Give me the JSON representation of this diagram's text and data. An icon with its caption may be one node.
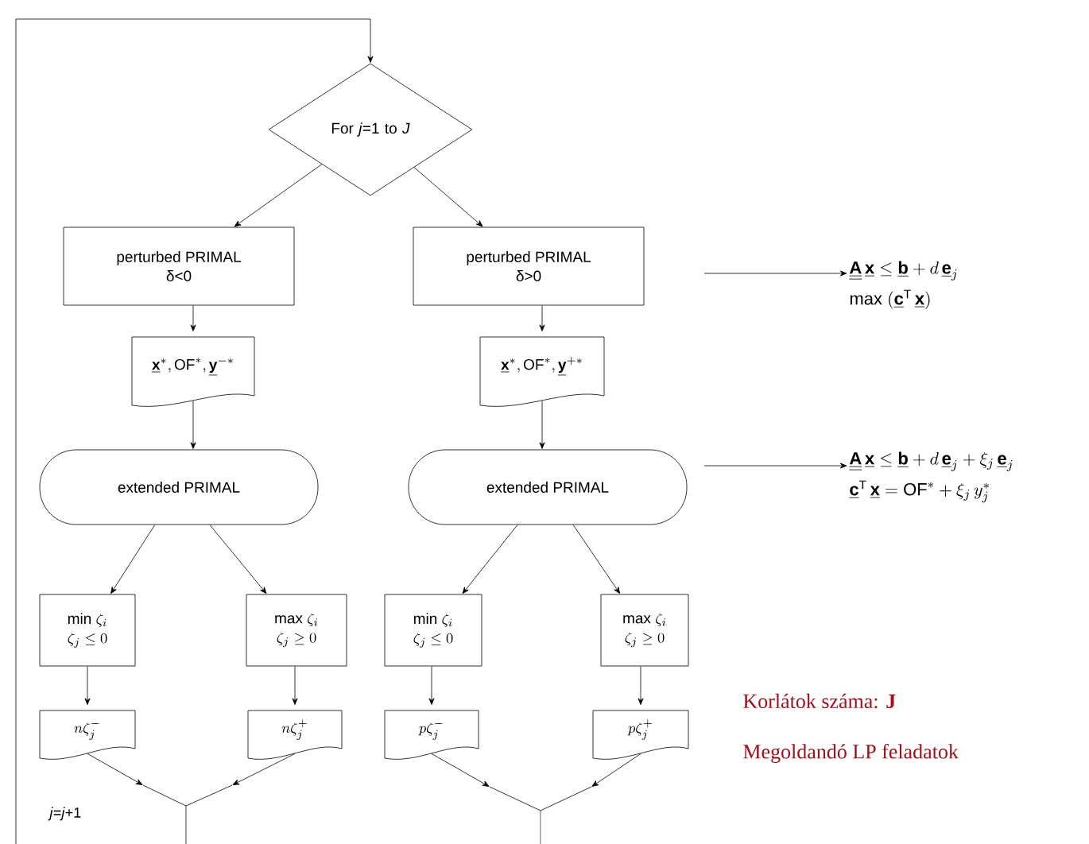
{
  "diagram": {
    "nodes": [
      {
        "text": [
          "For *j*=1 to *J*"
        ]
      },
      {
        "text": [
          "perturbed PRIMAL",
          "δ<0"
        ]
      },
      {
        "text": [
          "perturbed PRIMAL",
          "δ>0"
        ]
      },
      {
        "text": [
          "\\underline{\\mathbf{x}}^{*},\\mathrm{OF}^{*},\\underline{\\mathbf{y}}^{-*}"
        ]
      },
      {
        "text": [
          "\\underline{\\mathbf{x}}^{*},\\mathrm{OF}^{*},\\underline{\\mathbf{y}}^{+*}"
        ]
      },
      {
        "text": [
          "extended PRIMAL"
        ]
      },
      {
        "text": [
          "extended PRIMAL"
        ]
      },
      {
        "text": [
          "\\mathrm{min}\\ \\zeta_i",
          "\\zeta_j\\leq 0"
        ]
      },
      {
        "text": [
          "\\mathrm{max}\\ \\zeta_i",
          "\\zeta_j\\geq 0"
        ]
      },
      {
        "text": [
          "\\mathrm{min}\\ \\zeta_i",
          "\\zeta_j\\leq 0"
        ]
      },
      {
        "text": [
          "\\mathrm{max}\\ \\zeta_i",
          "\\zeta_j\\geq 0"
        ]
      },
      {
        "text": [
          "n\\zeta_j^{-}"
        ]
      },
      {
        "text": [
          "n\\zeta_j^{+}"
        ]
      },
      {
        "text": [
          "p\\zeta_j^{-}"
        ]
      },
      {
        "text": [
          "p\\zeta_j^{+}"
        ]
      },
      {
        "text": [
          "\\underline{\\underline{\\mathbf{A}}}\\,\\underline{\\mathbf{x}}\\leq\\underline{\\mathbf{b}}+d\\,\\underline{\\mathbf{e}}_j",
          "\\mathrm{max}\\ (\\underline{\\mathbf{c}}^{\\mathrm{T}}\\,\\underline{\\mathbf{x}})"
        ]
      },
      {
        "text": [
          "\\underline{\\underline{\\mathbf{A}}}\\,\\underline{\\mathbf{x}}\\leq\\underline{\\mathbf{b}}+d\\,\\underline{\\mathbf{e}}_j+\\xi_j\\,\\underline{\\mathbf{e}}_j",
          "\\underline{\\mathbf{c}}^{\\mathrm{T}}\\,\\underline{\\mathbf{x}}=\\mathrm{OF}^{*}+\\xi_j\\,y_j^{*}"
        ]
      }
    ],
    "edges": [
      {
        "from": 0,
        "to": 1,
        "arrow": "to"
      },
      {
        "from": 0,
        "to": 2,
        "arrow": "to"
      },
      {
        "from": 1,
        "to": 3,
        "arrow": "to"
      },
      {
        "from": 2,
        "to": 4,
        "arrow": "to"
      },
      {
        "from": 3,
        "to": 5,
        "arrow": "to"
      },
      {
        "from": 4,
        "to": 6,
        "arrow": "to"
      },
      {
        "from": 5,
        "to": 7,
        "arrow": "to"
      },
      {
        "from": 5,
        "to": 8,
        "arrow": "to"
      },
      {
        "from": 6,
        "to": 9,
        "arrow": "to"
      },
      {
        "from": 6,
        "to": 10,
        "arrow": "to"
      },
      {
        "from": 7,
        "to": 11,
        "arrow": "to"
      },
      {
        "from": 8,
        "to": 12,
        "arrow": "to"
      },
      {
        "from": 9,
        "to": 13,
        "arrow": "to"
      },
      {
        "from": 10,
        "to": 14,
        "arrow": "to"
      },
      {
        "from": 11,
        "to": null,
        "arrow": "to"
      },
      {
        "from": 12,
        "to": null,
        "arrow": "to"
      },
      {
        "from": 13,
        "to": null,
        "arrow": "to"
      },
      {
        "from": 14,
        "to": null,
        "arrow": "to"
      },
      {
        "from": null,
        "to": 15,
        "arrow": "to"
      },
      {
        "from": null,
        "to": 16,
        "arrow": "to"
      },
      {
        "from": null,
        "to": 0,
        "arrow": "to"
      }
    ],
    "labels": [
      "*j*=*j*+1",
      "Korlátok száma: **J**",
      "Megoldandó LP feladatok"
    ]
  }
}
